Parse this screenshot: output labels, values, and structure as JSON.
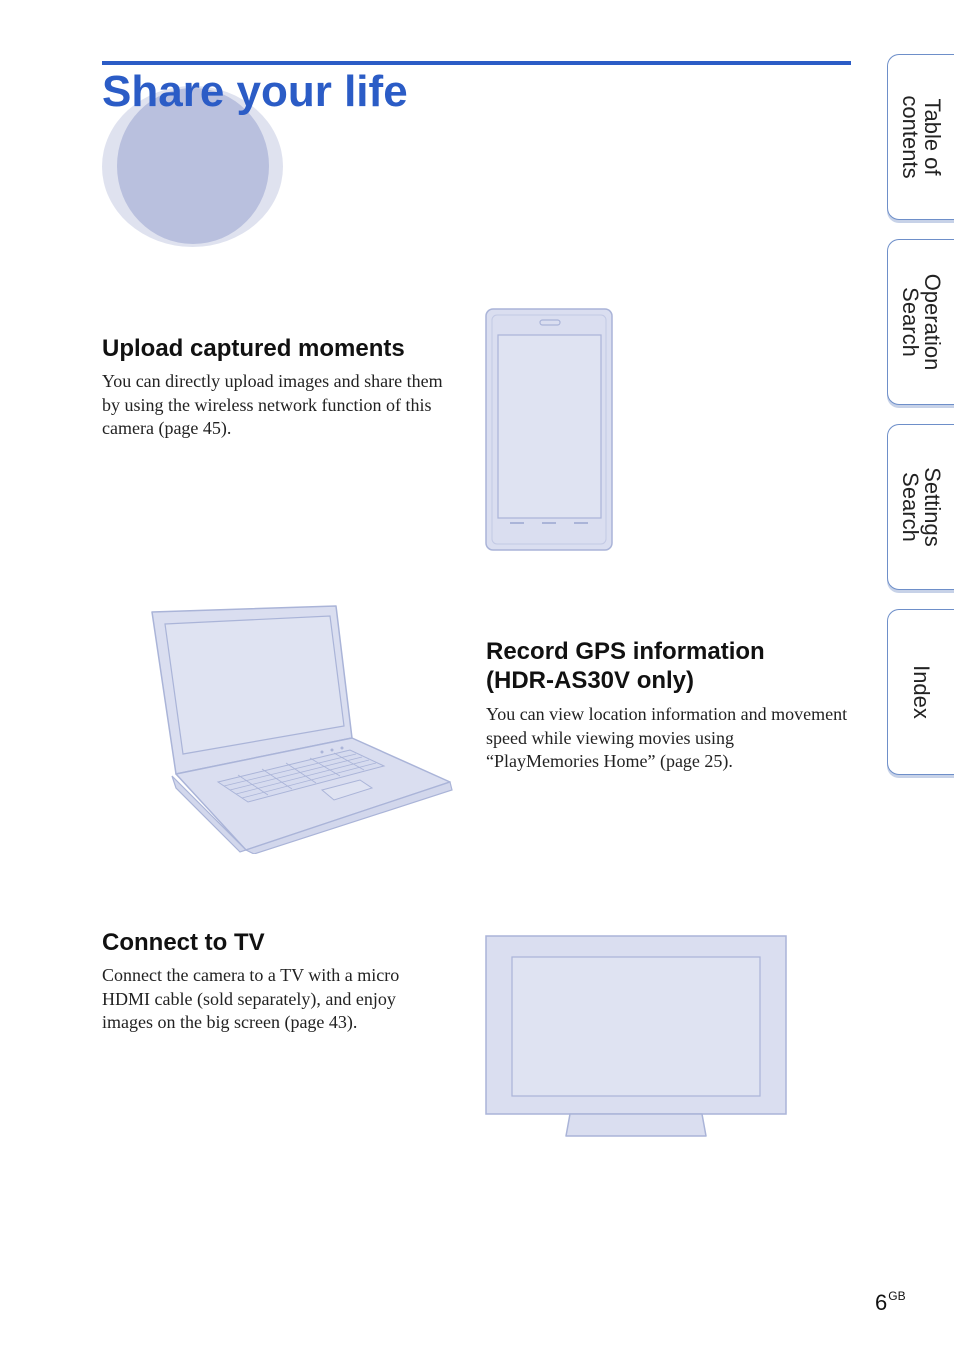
{
  "title": "Share your life",
  "sections": [
    {
      "heading": "Upload captured moments",
      "body": "You can directly upload images and share them by using the wireless network function of this camera (page 45)."
    },
    {
      "heading_line1": "Record GPS information",
      "heading_line2": "(HDR-AS30V only)",
      "body": "You can view location information and movement speed while viewing movies using “PlayMemories Home” (page 25)."
    },
    {
      "heading": "Connect to TV",
      "body": "Connect the camera to a TV with a micro HDMI cable (sold separately), and enjoy images on the big screen (page 43)."
    }
  ],
  "side_tabs": [
    {
      "line1": "Table of",
      "line2": "contents"
    },
    {
      "line1": "Operation",
      "line2": "Search"
    },
    {
      "line1": "Settings",
      "line2": "Search"
    },
    {
      "line1": "Index",
      "line2": ""
    }
  ],
  "page_number": "6",
  "page_suffix": "GB",
  "colors": {
    "accent": "#2b5cc6",
    "illustration_fill": "#dadef0",
    "illustration_stroke": "#aab4d8"
  },
  "icons": [
    "smartphone-illustration",
    "laptop-illustration",
    "tv-illustration"
  ]
}
